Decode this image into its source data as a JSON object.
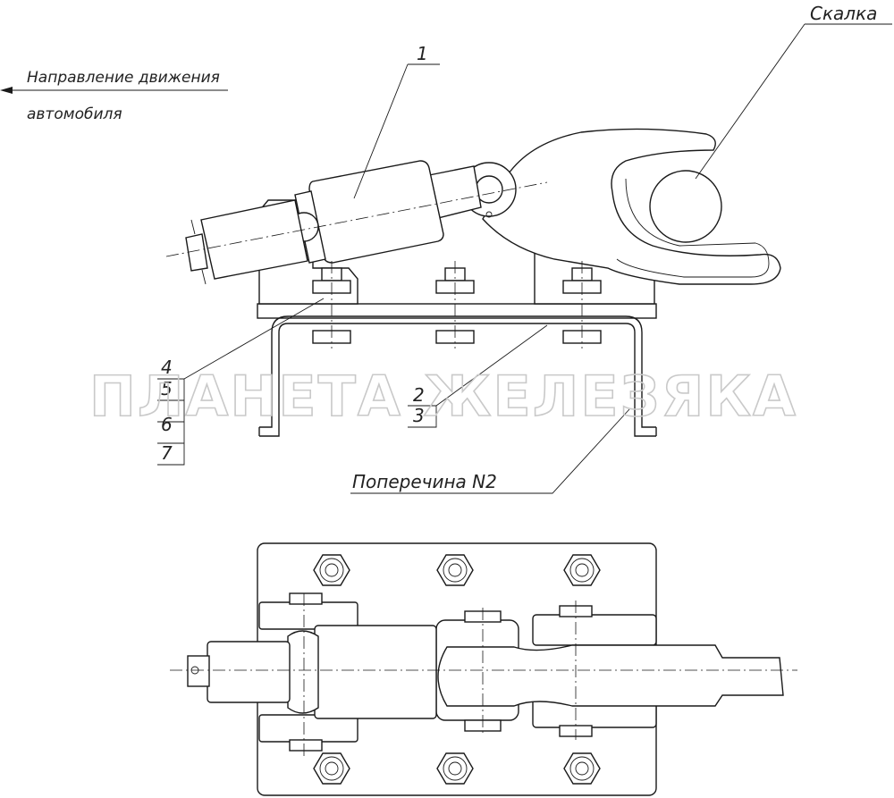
{
  "labels": {
    "direction_line1": "Направление движения",
    "direction_line2": "автомобиля",
    "skalka": "Скалка",
    "poperechina": "Поперечина N2",
    "pos1": "1",
    "pos2": "2",
    "pos3": "3",
    "pos4": "4",
    "pos5": "5",
    "pos6": "6",
    "pos7": "7"
  },
  "watermark": "ПЛАНЕТА ЖЕЛЕЗЯКА"
}
